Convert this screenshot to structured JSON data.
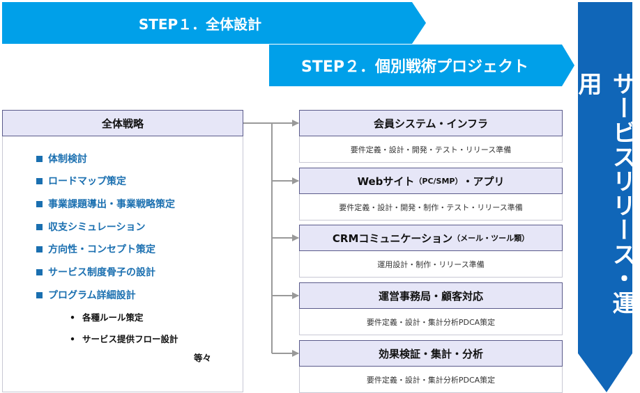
{
  "step1": "STEP１．全体設計",
  "step2": "STEP２．個別戦術プロジェクト",
  "service": "サービスリリース・運用",
  "strategy": {
    "title": "全体戦略",
    "items": [
      "体制検討",
      "ロードマップ策定",
      "事業課題導出・事業戦略策定",
      "収支シミュレーション",
      "方向性・コンセプト策定",
      "サービス制度骨子の設計",
      "プログラム詳細設計"
    ],
    "sub_items": [
      "各種ルール策定",
      "サービス提供フロー設計"
    ],
    "etc": "等々"
  },
  "projects": [
    {
      "title": "会員システム・インフラ",
      "desc": "要件定義・設計・開発・テスト・リリース準備"
    },
    {
      "title_main": "Webサイト",
      "title_paren": "（PC/SMP）",
      "title_tail": "・アプリ",
      "desc": "要件定義・設計・開発・制作・テスト・リリース準備"
    },
    {
      "title_main": "CRMコミュニケーション",
      "title_paren": "（メール・ツール類）",
      "desc": "運用設計・制作・リリース準備"
    },
    {
      "title": "運営事務局・顧客対応",
      "desc": "要件定義・設計・集計分析PDCA策定"
    },
    {
      "title": "効果検証・集計・分析",
      "desc": "要件定義・設計・集計分析PDCA策定"
    }
  ],
  "colors": {
    "banner": "#00a0e9",
    "service": "#1066b8",
    "header_bg": "#e6e6f7",
    "item_blue": "#1a6fb0",
    "connector": "#999999"
  }
}
